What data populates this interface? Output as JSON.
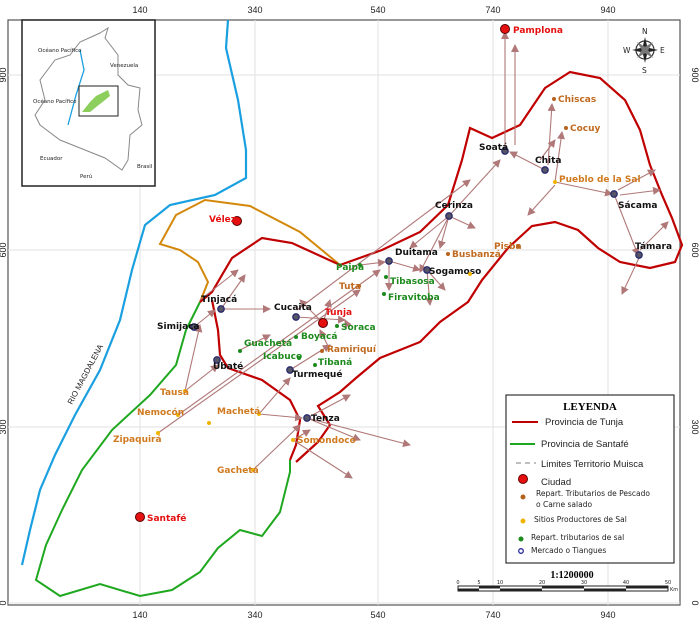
{
  "axes": {
    "x_ticks": [
      "140",
      "340",
      "540",
      "740",
      "940"
    ],
    "y_ticks": [
      "900",
      "600",
      "300",
      "0"
    ]
  },
  "colors": {
    "tunja": "#c00000",
    "santafe": "#1fa81f",
    "velez": "#d4880a",
    "river": "#1aa0e0",
    "city": "#e51010",
    "fish": "#b5621c",
    "salt": "#f0b400",
    "salt_tributary": "#1c8a1c",
    "market": "#2a2a6e",
    "arrow": "#b07878"
  },
  "river_label": "RIO MAGDALENA",
  "compass": {
    "n": "N",
    "s": "S",
    "e": "E",
    "w": "W"
  },
  "inset": {
    "labels": [
      "Océano Pacífico",
      "Océano Pacífico",
      "Venezuela",
      "Ecuador",
      "Perú",
      "Brasil"
    ]
  },
  "places": [
    {
      "name": "Pamplona",
      "type": "city"
    },
    {
      "name": "Vélez",
      "type": "city"
    },
    {
      "name": "Santafé",
      "type": "city"
    },
    {
      "name": "Tunja",
      "type": "city"
    },
    {
      "name": "Soatá",
      "type": "market"
    },
    {
      "name": "Chita",
      "type": "market"
    },
    {
      "name": "Sácama",
      "type": "market"
    },
    {
      "name": "Támara",
      "type": "market"
    },
    {
      "name": "Cerinza",
      "type": "market"
    },
    {
      "name": "Duitama",
      "type": "market"
    },
    {
      "name": "Sogamoso",
      "type": "market"
    },
    {
      "name": "Cucaita",
      "type": "market"
    },
    {
      "name": "Tinjacá",
      "type": "market"
    },
    {
      "name": "Simijaca",
      "type": "market"
    },
    {
      "name": "Ubaté",
      "type": "market"
    },
    {
      "name": "Turmequé",
      "type": "market"
    },
    {
      "name": "Tenza",
      "type": "market"
    },
    {
      "name": "Chiscas",
      "type": "fish"
    },
    {
      "name": "Cocuy",
      "type": "fish"
    },
    {
      "name": "Tuta",
      "type": "fish"
    },
    {
      "name": "Busbanzá",
      "type": "fish"
    },
    {
      "name": "Pisba",
      "type": "fish"
    },
    {
      "name": "Ramiriquí",
      "type": "fish"
    },
    {
      "name": "Pueblo de la Sal",
      "type": "salt"
    },
    {
      "name": "Tausa",
      "type": "salt"
    },
    {
      "name": "Nemocón",
      "type": "salt"
    },
    {
      "name": "Zipaquirá",
      "type": "salt"
    },
    {
      "name": "Machetá",
      "type": "salt"
    },
    {
      "name": "Somondoco",
      "type": "salt"
    },
    {
      "name": "Gachetá",
      "type": "salt"
    },
    {
      "name": "",
      "type": "salt"
    },
    {
      "name": "",
      "type": "salt"
    },
    {
      "name": "Paipa",
      "type": "salt_tributary"
    },
    {
      "name": "Tibasosa",
      "type": "salt_tributary"
    },
    {
      "name": "Firavitoba",
      "type": "salt_tributary"
    },
    {
      "name": "Soraca",
      "type": "salt_tributary"
    },
    {
      "name": "Boyacá",
      "type": "salt_tributary"
    },
    {
      "name": "Guachetá",
      "type": "salt_tributary"
    },
    {
      "name": "Icabuco",
      "type": "salt_tributary"
    },
    {
      "name": "Tibaná",
      "type": "salt_tributary"
    }
  ],
  "legend": {
    "title": "LEYENDA",
    "items": [
      "Provincia de Tunja",
      "Provincia de Santafé",
      "Limites Territorio Muisca",
      "Ciudad",
      "Repart. Tributarios de Pescado",
      "o Carne salado",
      "Sitios Productores de Sal",
      "Repart. tributarios de sal",
      "Mercado o Tiangues"
    ]
  },
  "scale": {
    "ratio": "1:1200000",
    "ticks": [
      "0",
      "5",
      "10",
      "20",
      "30",
      "40",
      "50"
    ],
    "unit": "Km"
  }
}
